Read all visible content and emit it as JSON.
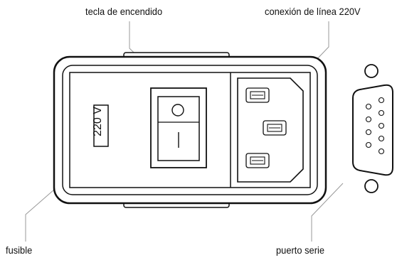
{
  "labels": {
    "power_switch": "tecla de encendido",
    "line_connection": "conexión de línea 220V",
    "fuse": "fusible",
    "serial_port": "puerto serie"
  },
  "fuse_voltage": "220 V",
  "colors": {
    "stroke": "#111111",
    "leader": "#9a9a9a",
    "panel_fill": "#ffffff"
  }
}
